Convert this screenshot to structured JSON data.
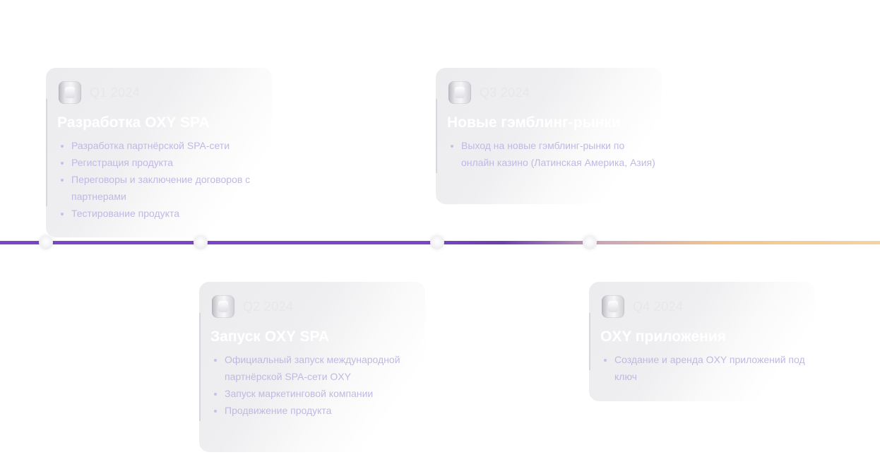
{
  "cards": [
    {
      "quarter": "Q1 2024",
      "title": "Разработка OXY SPA",
      "items": [
        "Разработка партнёрской SPA-сети",
        "Регистрация продукта",
        "Переговоры и заключение договоров с партнерами",
        "Тестирование продукта"
      ]
    },
    {
      "quarter": "Q2 2024",
      "title": "Запуск OXY SPA",
      "items": [
        "Официальный запуск международной партнёрской SPA-сети OXY",
        "Запуск маркетинговой компании",
        "Продвижение продукта"
      ]
    },
    {
      "quarter": "Q3 2024",
      "title": "Новые гэмблинг-рынки",
      "items": [
        "Выход на новые гэмблинг-рынки по онлайн казино (Латинская Америка, Азия)"
      ]
    },
    {
      "quarter": "Q4 2024",
      "title": "OXY приложения",
      "items": [
        "Создание и аренда OXY приложений под ключ"
      ]
    }
  ],
  "colors": {
    "timeline_start": "#7a45c7",
    "timeline_end": "#f4d3a0",
    "bullet_text": "#c2b8e3"
  }
}
